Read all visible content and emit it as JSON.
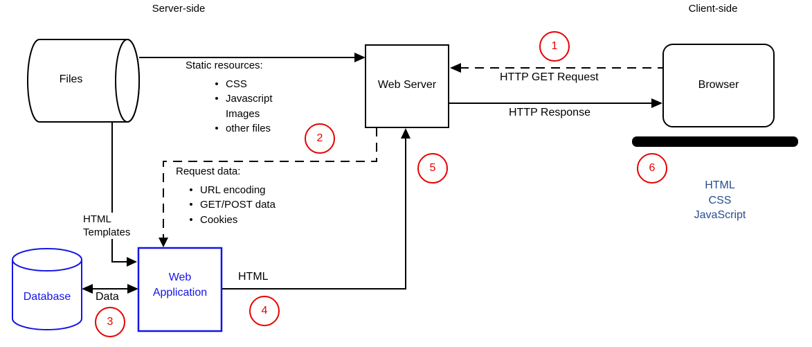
{
  "diagram": {
    "regions": {
      "server_side": "Server-side",
      "client_side": "Client-side"
    },
    "nodes": {
      "files": "Files",
      "web_server": "Web Server",
      "browser": "Browser",
      "database": "Database",
      "web_application_line1": "Web",
      "web_application_line2": "Application"
    },
    "edges": {
      "http_get_request": "HTTP GET Request",
      "http_response": "HTTP Response",
      "html": "HTML",
      "data": "Data",
      "html_templates_line1": "HTML",
      "html_templates_line2": "Templates"
    },
    "static_resources": {
      "heading": "Static resources:",
      "items": [
        {
          "bullet": "•",
          "text": "CSS"
        },
        {
          "bullet": "•",
          "text": "Javascript"
        },
        {
          "bullet": "",
          "text": "Images"
        },
        {
          "bullet": "•",
          "text": "other files"
        }
      ]
    },
    "request_data": {
      "heading": "Request data:",
      "items": [
        {
          "bullet": "•",
          "text": "URL encoding"
        },
        {
          "bullet": "•",
          "text": "GET/POST data"
        },
        {
          "bullet": "•",
          "text": "Cookies"
        }
      ]
    },
    "browser_stack": {
      "line1": "HTML",
      "line2": "CSS",
      "line3": "JavaScript"
    },
    "steps": {
      "s1": "1",
      "s2": "2",
      "s3": "3",
      "s4": "4",
      "s5": "5",
      "s6": "6"
    },
    "colors": {
      "node_blue": "#1414e6",
      "stack_blue": "#254e8f",
      "step_red": "#e60000",
      "line_black": "#000000"
    }
  }
}
